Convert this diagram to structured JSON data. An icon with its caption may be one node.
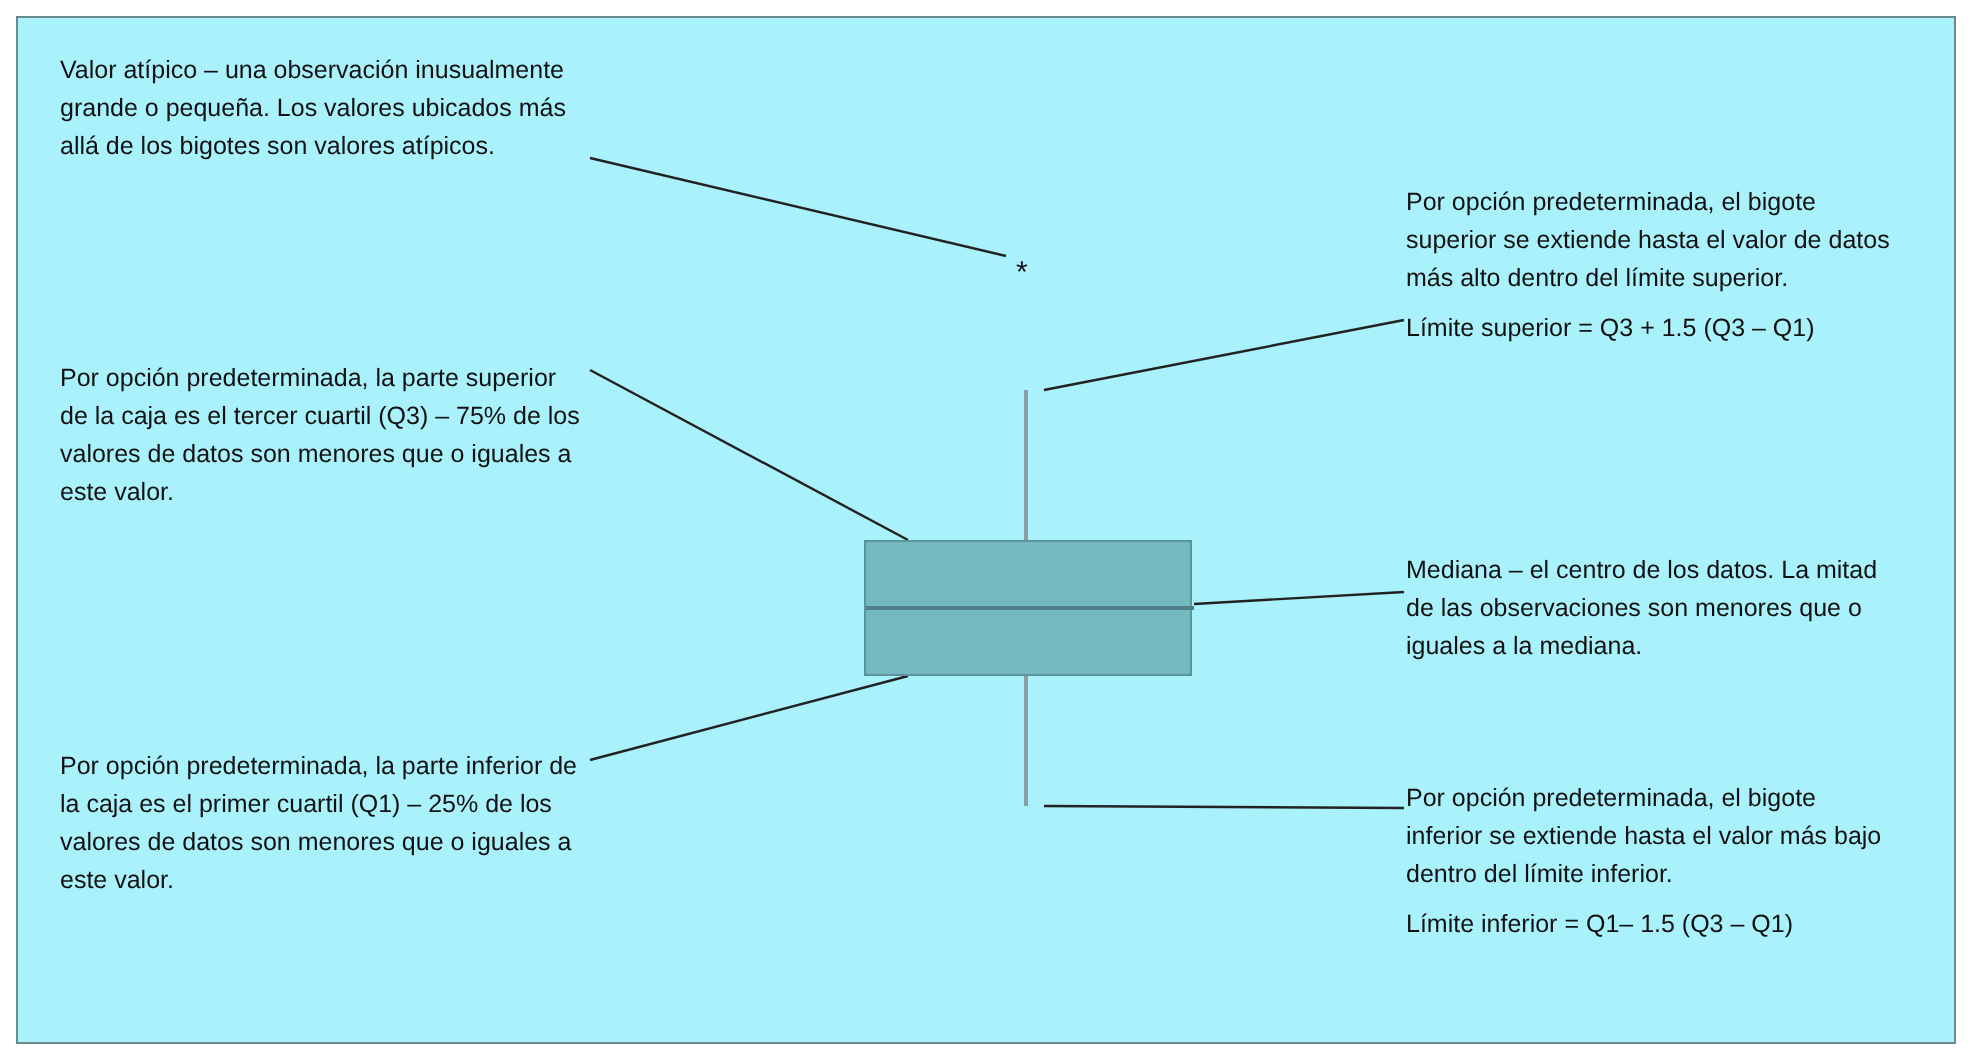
{
  "diagram": {
    "nodes": [
      {
        "text": [
          "Valor atípico – una observación inusualmente grande o pequeña. Los valores ubicados más allá de los bigotes son valores atípicos."
        ]
      },
      {
        "text": [
          "Por opción predeterminada, el bigote superior se extiende hasta el valor de datos más alto dentro del límite superior.",
          "Límite superior = Q3 + 1.5 (Q3 – Q1)"
        ]
      },
      {
        "text": [
          "Por opción predeterminada, la parte superior de la caja es el tercer cuartil (Q3) – 75% de los valores de datos son menores que o iguales a este valor."
        ]
      },
      {
        "text": [
          "Mediana – el centro de los datos. La mitad de las observaciones son menores que o iguales a la mediana."
        ]
      },
      {
        "text": [
          "Por opción predeterminada, la parte inferior de la caja es el primer cuartil (Q1) – 25% de los valores de datos son menores que o iguales a este valor."
        ]
      },
      {
        "text": [
          "Por opción predeterminada, el bigote inferior se extiende hasta el valor más bajo dentro del límite inferior.",
          "Límite inferior = Q1– 1.5 (Q3 – Q1)"
        ]
      },
      {
        "text": [
          "*"
        ]
      },
      {
        "text": [],
        "shape": "line"
      },
      {
        "text": [],
        "shape": "box"
      },
      {
        "text": [],
        "shape": "line",
        "in": 8
      },
      {
        "text": [],
        "shape": "line"
      }
    ],
    "edges": [
      {
        "from": 0,
        "to": 6,
        "arrow": "none"
      },
      {
        "from": 1,
        "to": 7,
        "arrow": "none"
      },
      {
        "from": 2,
        "to": 8,
        "arrow": "none"
      },
      {
        "from": 3,
        "to": 9,
        "arrow": "none"
      },
      {
        "from": 4,
        "to": 8,
        "arrow": "none"
      },
      {
        "from": 5,
        "to": 10,
        "arrow": "none"
      }
    ]
  }
}
